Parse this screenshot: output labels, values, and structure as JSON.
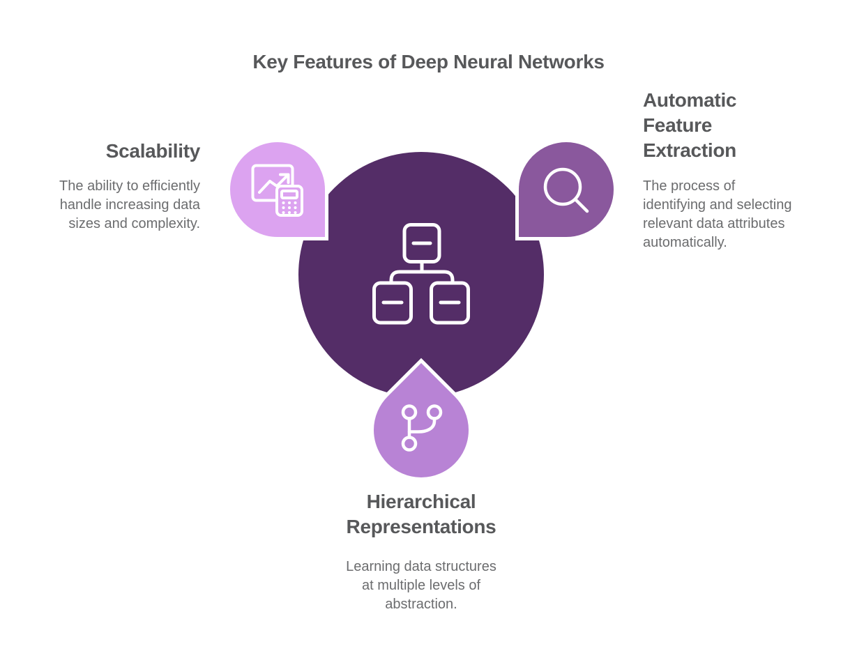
{
  "title": "Key Features of Deep Neural Networks",
  "colors": {
    "center_circle": "#542d67",
    "scalability_bubble": "#dca3f0",
    "automatic_feature_extraction_bubble": "#8a589d",
    "hierarchical_representations_bubble": "#b883d5",
    "heading_text": "#57585a",
    "body_text": "#6b6c6e",
    "icon_stroke": "#ffffff"
  },
  "center": {
    "icon": "hierarchy-org-chart-icon"
  },
  "features": [
    {
      "heading": "Scalability",
      "description": "The ability to efficiently\nhandle increasing data\nsizes and complexity.",
      "icon": "chart-calculator-icon",
      "color": "#dca3f0"
    },
    {
      "heading": "Automatic Feature Extraction",
      "description": "The process of\nidentifying and selecting\nrelevant data attributes\nautomatically.",
      "icon": "magnifier-icon",
      "color": "#8a589d"
    },
    {
      "heading": "Hierarchical Representations",
      "description": "Learning data structures\nat multiple levels of\nabstraction.",
      "icon": "git-branch-icon",
      "color": "#b883d5"
    }
  ]
}
